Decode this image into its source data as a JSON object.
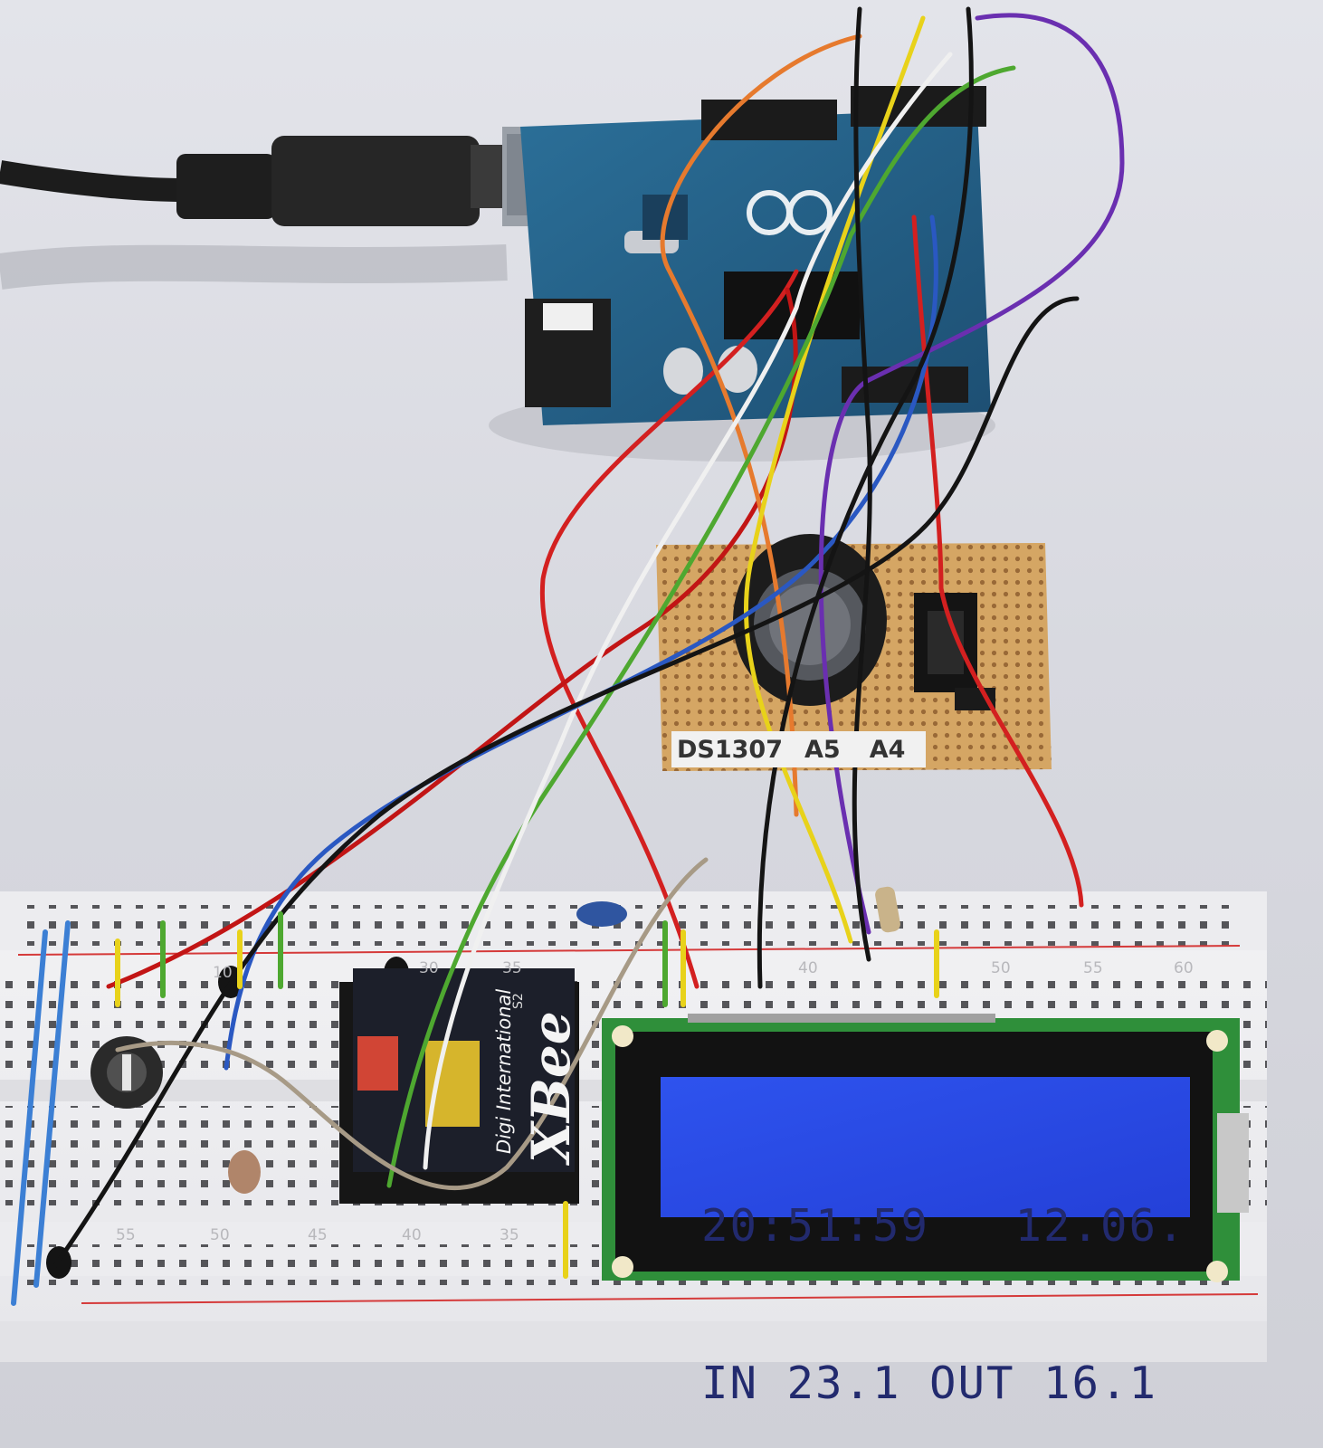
{
  "photo": {
    "lcd_display": {
      "line1": "20:51:59   12.06.",
      "line2": "IN 23.1 OUT 16.1"
    },
    "rtc_board_label": {
      "part": "DS1307",
      "pin1": "A5",
      "pin2": "A4"
    },
    "xbee_module": {
      "brand_line": "Digi International",
      "product": "XBee",
      "series": "S2"
    },
    "breadboard_numbers": [
      "10",
      "30",
      "35",
      "40",
      "50",
      "55",
      "60",
      "55",
      "50",
      "45",
      "40",
      "35"
    ]
  }
}
